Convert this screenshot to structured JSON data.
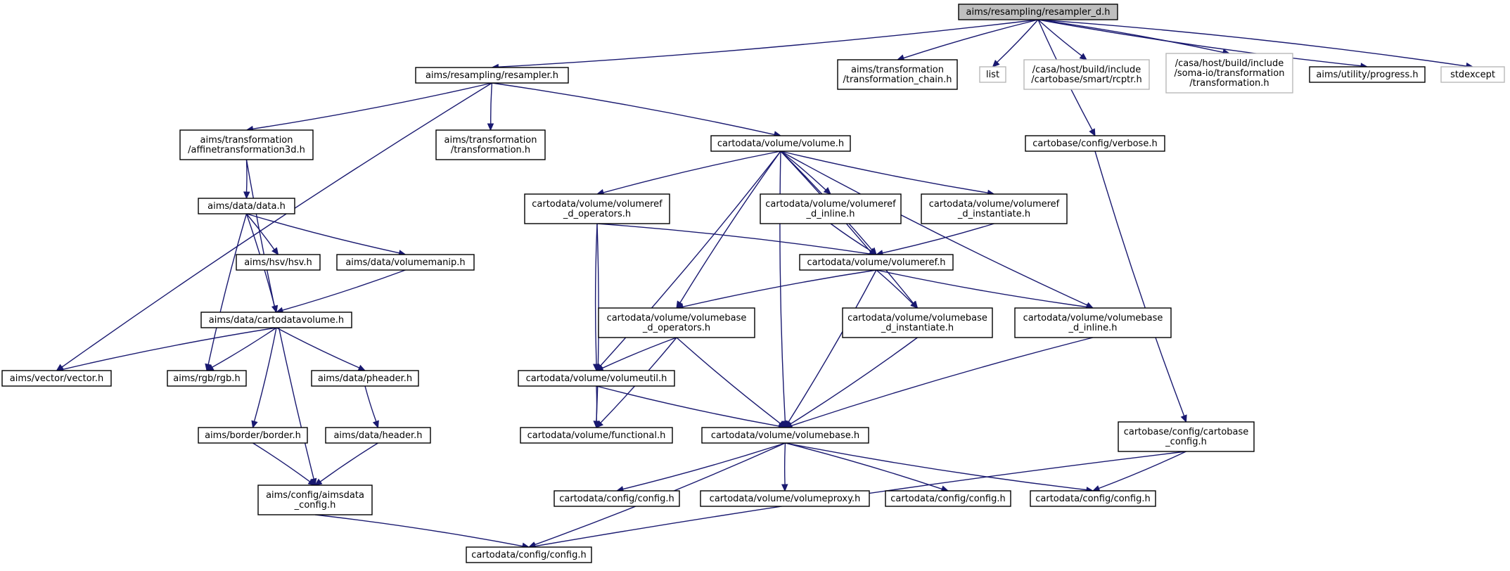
{
  "diagram": {
    "type": "include-dependency-graph",
    "colors": {
      "edge": "#191970",
      "node_border": "#000000",
      "external_border": "#b8b8b8",
      "root_fill": "#bfbfbf",
      "node_fill": "#ffffff"
    },
    "nodes": [
      {
        "id": "resampler_d",
        "lines": [
          "aims/resampling/resampler_d.h"
        ],
        "kind": "root"
      },
      {
        "id": "resampler",
        "lines": [
          "aims/resampling/resampler.h"
        ],
        "kind": "normal"
      },
      {
        "id": "tchain",
        "lines": [
          "aims/transformation",
          "/transformation_chain.h"
        ],
        "kind": "normal"
      },
      {
        "id": "list",
        "lines": [
          "list"
        ],
        "kind": "external"
      },
      {
        "id": "rcptr",
        "lines": [
          "/casa/host/build/include",
          "/cartobase/smart/rcptr.h"
        ],
        "kind": "external"
      },
      {
        "id": "somatrans",
        "lines": [
          "/casa/host/build/include",
          "/soma-io/transformation",
          "/transformation.h"
        ],
        "kind": "external"
      },
      {
        "id": "progress",
        "lines": [
          "aims/utility/progress.h"
        ],
        "kind": "normal"
      },
      {
        "id": "stdexcept",
        "lines": [
          "stdexcept"
        ],
        "kind": "external"
      },
      {
        "id": "affine",
        "lines": [
          "aims/transformation",
          "/affinetransformation3d.h"
        ],
        "kind": "normal"
      },
      {
        "id": "transformation",
        "lines": [
          "aims/transformation",
          "/transformation.h"
        ],
        "kind": "normal"
      },
      {
        "id": "volume",
        "lines": [
          "cartodata/volume/volume.h"
        ],
        "kind": "normal"
      },
      {
        "id": "verbose",
        "lines": [
          "cartobase/config/verbose.h"
        ],
        "kind": "normal"
      },
      {
        "id": "data",
        "lines": [
          "aims/data/data.h"
        ],
        "kind": "normal"
      },
      {
        "id": "hsv",
        "lines": [
          "aims/hsv/hsv.h"
        ],
        "kind": "normal"
      },
      {
        "id": "volumemanip",
        "lines": [
          "aims/data/volumemanip.h"
        ],
        "kind": "normal"
      },
      {
        "id": "cartodatavolume",
        "lines": [
          "aims/data/cartodatavolume.h"
        ],
        "kind": "normal"
      },
      {
        "id": "vector",
        "lines": [
          "aims/vector/vector.h"
        ],
        "kind": "normal"
      },
      {
        "id": "rgb",
        "lines": [
          "aims/rgb/rgb.h"
        ],
        "kind": "normal"
      },
      {
        "id": "pheader",
        "lines": [
          "aims/data/pheader.h"
        ],
        "kind": "normal"
      },
      {
        "id": "border",
        "lines": [
          "aims/border/border.h"
        ],
        "kind": "normal"
      },
      {
        "id": "header",
        "lines": [
          "aims/data/header.h"
        ],
        "kind": "normal"
      },
      {
        "id": "aimsdata_config",
        "lines": [
          "aims/config/aimsdata",
          "_config.h"
        ],
        "kind": "normal"
      },
      {
        "id": "vref_ops",
        "lines": [
          "cartodata/volume/volumeref",
          "_d_operators.h"
        ],
        "kind": "normal"
      },
      {
        "id": "vref_inline",
        "lines": [
          "cartodata/volume/volumeref",
          "_d_inline.h"
        ],
        "kind": "normal"
      },
      {
        "id": "vref_inst",
        "lines": [
          "cartodata/volume/volumeref",
          "_d_instantiate.h"
        ],
        "kind": "normal"
      },
      {
        "id": "volumeref",
        "lines": [
          "cartodata/volume/volumeref.h"
        ],
        "kind": "normal"
      },
      {
        "id": "vbase_ops",
        "lines": [
          "cartodata/volume/volumebase",
          "_d_operators.h"
        ],
        "kind": "normal"
      },
      {
        "id": "vbase_inst",
        "lines": [
          "cartodata/volume/volumebase",
          "_d_instantiate.h"
        ],
        "kind": "normal"
      },
      {
        "id": "vbase_inline",
        "lines": [
          "cartodata/volume/volumebase",
          "_d_inline.h"
        ],
        "kind": "normal"
      },
      {
        "id": "volumeutil",
        "lines": [
          "cartodata/volume/volumeutil.h"
        ],
        "kind": "normal"
      },
      {
        "id": "functional",
        "lines": [
          "cartodata/volume/functional.h"
        ],
        "kind": "normal"
      },
      {
        "id": "volumebase",
        "lines": [
          "cartodata/volume/volumebase.h"
        ],
        "kind": "normal"
      },
      {
        "id": "cartobase_config",
        "lines": [
          "cartobase/config/cartobase",
          "_config.h"
        ],
        "kind": "normal"
      },
      {
        "id": "config_a",
        "lines": [
          "cartodata/config/config.h"
        ],
        "kind": "normal"
      },
      {
        "id": "volumeproxy",
        "lines": [
          "cartodata/volume/volumeproxy.h"
        ],
        "kind": "normal"
      },
      {
        "id": "config_b",
        "lines": [
          "cartodata/config/config.h"
        ],
        "kind": "normal"
      },
      {
        "id": "config_c",
        "lines": [
          "cartodata/config/config.h"
        ],
        "kind": "normal"
      },
      {
        "id": "config_bottom",
        "lines": [
          "cartodata/config/config.h"
        ],
        "kind": "normal"
      }
    ],
    "edges": [
      [
        "resampler_d",
        "resampler"
      ],
      [
        "resampler_d",
        "tchain"
      ],
      [
        "resampler_d",
        "list"
      ],
      [
        "resampler_d",
        "rcptr"
      ],
      [
        "resampler_d",
        "somatrans"
      ],
      [
        "resampler_d",
        "progress"
      ],
      [
        "resampler_d",
        "stdexcept"
      ],
      [
        "resampler_d",
        "verbose"
      ],
      [
        "resampler",
        "affine"
      ],
      [
        "resampler",
        "transformation"
      ],
      [
        "resampler",
        "volume"
      ],
      [
        "resampler",
        "vector"
      ],
      [
        "affine",
        "data"
      ],
      [
        "affine",
        "aimsdata_config"
      ],
      [
        "data",
        "hsv"
      ],
      [
        "data",
        "volumemanip"
      ],
      [
        "data",
        "cartodatavolume"
      ],
      [
        "data",
        "rgb"
      ],
      [
        "volumemanip",
        "cartodatavolume"
      ],
      [
        "cartodatavolume",
        "vector"
      ],
      [
        "cartodatavolume",
        "rgb"
      ],
      [
        "cartodatavolume",
        "pheader"
      ],
      [
        "cartodatavolume",
        "border"
      ],
      [
        "pheader",
        "header"
      ],
      [
        "border",
        "aimsdata_config"
      ],
      [
        "header",
        "aimsdata_config"
      ],
      [
        "aimsdata_config",
        "config_bottom"
      ],
      [
        "volume",
        "vref_ops"
      ],
      [
        "volume",
        "vref_inline"
      ],
      [
        "volume",
        "vref_inst"
      ],
      [
        "volume",
        "volumeref"
      ],
      [
        "volume",
        "vbase_ops"
      ],
      [
        "volume",
        "vbase_inst"
      ],
      [
        "volume",
        "vbase_inline"
      ],
      [
        "volume",
        "volumeutil"
      ],
      [
        "volume",
        "volumebase"
      ],
      [
        "vref_ops",
        "volumeref"
      ],
      [
        "vref_ops",
        "volumeutil"
      ],
      [
        "vref_ops",
        "functional"
      ],
      [
        "vref_inline",
        "volumeref"
      ],
      [
        "vref_inst",
        "volumeref"
      ],
      [
        "volumeref",
        "vbase_ops"
      ],
      [
        "volumeref",
        "vbase_inst"
      ],
      [
        "volumeref",
        "vbase_inline"
      ],
      [
        "volumeref",
        "volumebase"
      ],
      [
        "vbase_ops",
        "volumeutil"
      ],
      [
        "vbase_ops",
        "functional"
      ],
      [
        "vbase_ops",
        "volumebase"
      ],
      [
        "vbase_inst",
        "volumebase"
      ],
      [
        "vbase_inline",
        "volumebase"
      ],
      [
        "volumeutil",
        "functional"
      ],
      [
        "volumeutil",
        "volumebase"
      ],
      [
        "volumebase",
        "config_a"
      ],
      [
        "volumebase",
        "volumeproxy"
      ],
      [
        "volumebase",
        "config_b"
      ],
      [
        "volumebase",
        "config_c"
      ],
      [
        "volumebase",
        "config_bottom"
      ],
      [
        "verbose",
        "cartobase_config"
      ],
      [
        "cartobase_config",
        "config_c"
      ],
      [
        "cartobase_config",
        "config_bottom"
      ]
    ]
  }
}
